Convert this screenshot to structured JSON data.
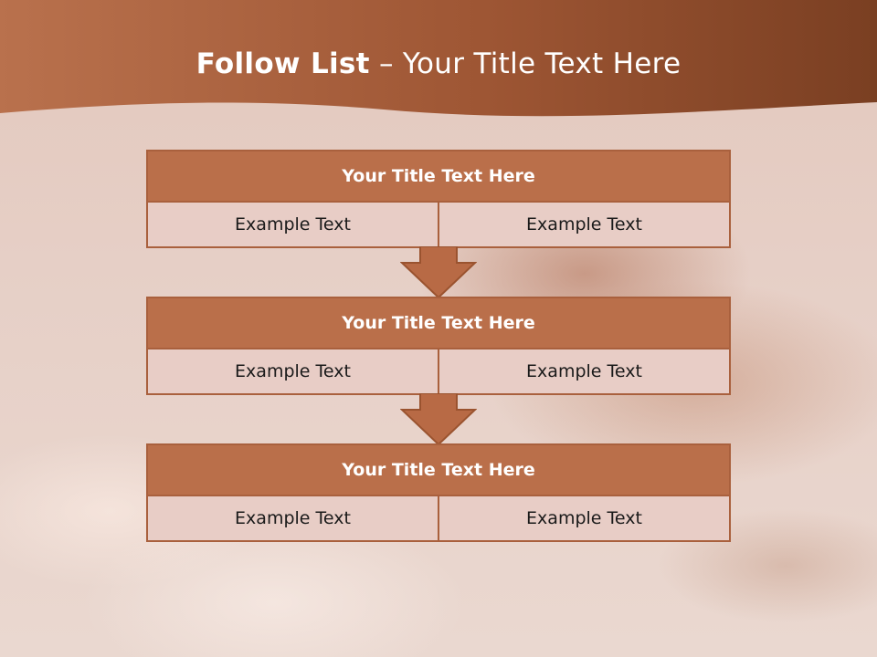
{
  "slide": {
    "title_bold": "Follow List",
    "title_rest": " – Your Title Text Here"
  },
  "blocks": [
    {
      "title": "Your Title Text Here",
      "cells": [
        "Example Text",
        "Example Text"
      ]
    },
    {
      "title": "Your Title Text Here",
      "cells": [
        "Example Text",
        "Example Text"
      ]
    },
    {
      "title": "Your Title Text Here",
      "cells": [
        "Example Text",
        "Example Text"
      ]
    }
  ],
  "colors": {
    "header_band": "#a65a38",
    "block_title_fill": "#ba6f4a",
    "block_border": "#a9603d",
    "cell_fill": "#e8cdc6",
    "arrow_fill": "#b86a45"
  }
}
